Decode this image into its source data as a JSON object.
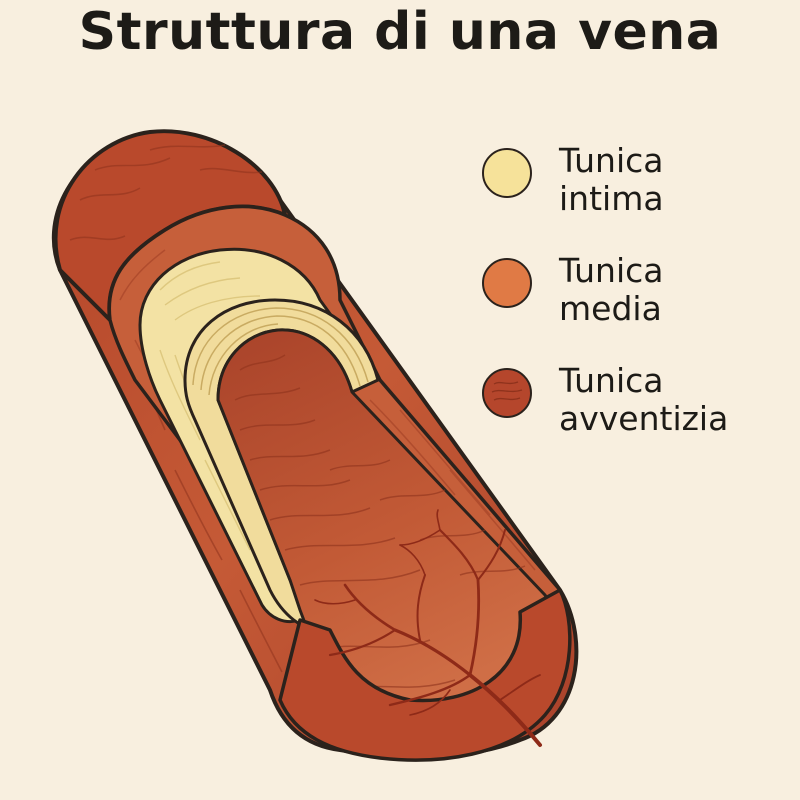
{
  "title": "Struttura di una vena",
  "colors": {
    "background": "#f8efdf",
    "adventitia": "#b94a2e",
    "adventitia_dark": "#8f331d",
    "media": "#cc6a42",
    "intima": "#f3e2a4",
    "lumen": "#b8532f",
    "capillary": "#8e2a18",
    "outline": "#2b221c"
  },
  "legend": [
    {
      "line1": "Tunica",
      "line2": "intima",
      "color": "#f6e29a",
      "icon": "swatch-intima"
    },
    {
      "line1": "Tunica",
      "line2": "media",
      "color": "#e07a45",
      "icon": "swatch-media"
    },
    {
      "line1": "Tunica",
      "line2": "avventizia",
      "color": "#b5462c",
      "icon": "swatch-adventitia"
    }
  ]
}
